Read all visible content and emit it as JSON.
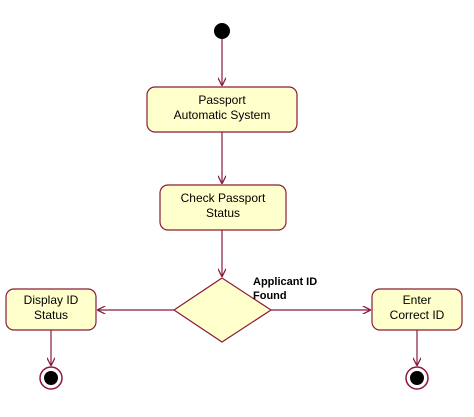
{
  "diagram": {
    "colors": {
      "line": "#8b1a3a",
      "node_fill": "#ffffcc",
      "node_stroke": "#8b1a3a",
      "terminal_fill": "#000000"
    },
    "activities": {
      "passport_system": {
        "line1": "Passport",
        "line2": "Automatic System"
      },
      "check_status": {
        "line1": "Check Passport",
        "line2": "Status"
      },
      "display_id": {
        "line1": "Display ID",
        "line2": "Status"
      },
      "enter_id": {
        "line1": "Enter",
        "line2": "Correct ID"
      }
    },
    "decision": {
      "guard_line1": "Applicant ID",
      "guard_line2": "Found"
    }
  }
}
